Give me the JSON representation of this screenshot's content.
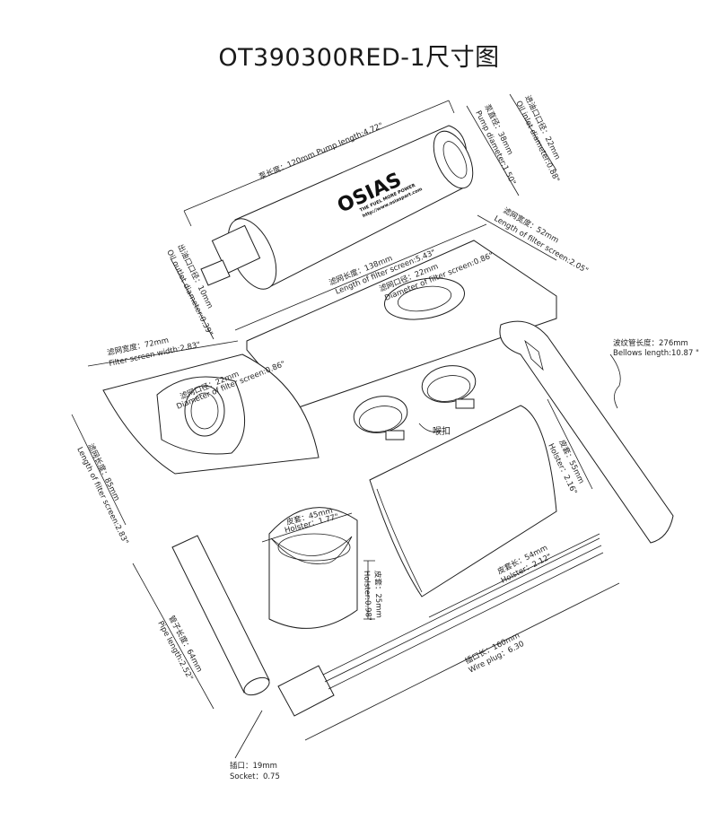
{
  "title": "OT390300RED-1尺寸图",
  "brand": {
    "logo": "OSIAS",
    "tagline": "THE FUEL MORE POWER",
    "url": "http://www.osiaspart.com"
  },
  "labels": {
    "pump_length": "泵长度：120mm     Pump length:4.72\"",
    "pump_diameter_cn": "泵直径：38mm",
    "pump_diameter_en": "Pump diameter:1.50\"",
    "oil_inlet_cn": "进油口口径：22mm",
    "oil_inlet_en": "Oil inlet diameter:0.88\"",
    "oil_outlet_cn": "出油口口径：10mm",
    "oil_outlet_en": "Oil outlet diameter:0.39\"",
    "filter_width_a_cn": "滤网宽度：52mm",
    "filter_width_a_en": "Length of filter screen:2.05\"",
    "filter_length_a_cn": "滤网长度：138mm",
    "filter_length_a_en": "Length of filter screen:5.43\"",
    "filter_port_a_cn": "滤网口径：22mm",
    "filter_port_a_en": "Diameter of filter screen:0.86\"",
    "filter_width_b_cn": "滤网宽度：72mm",
    "filter_width_b_en": "Filter screen width:2.83\"",
    "filter_port_b_cn": "滤网口径：22mm",
    "filter_port_b_en": "Diameter of filter screen:0.86\"",
    "filter_length_b_cn": "滤网长度：85mm",
    "filter_length_b_en": "Length of filter screen:2.83\"",
    "clamp": "喉扣",
    "bellows_cn": "波纹管长度：276mm",
    "bellows_en": "Bellows length:10.87 \"",
    "holster_a_cn": "皮套：55mm",
    "holster_a_en": "Holster：2.16\"",
    "holster_b_cn": "皮套：45mm",
    "holster_b_en": "Holster：1.77\"",
    "holster_c_cn": "皮套：25mm",
    "holster_c_en": "Holster:0.98\"",
    "holster_d_cn": "皮套长：54mm",
    "holster_d_en": "Holster：2.12\"",
    "pipe_length_cn": "管子长度：64mm",
    "pipe_length_en": "Pipe length:2.52\"",
    "wire_plug_cn": "插口长：160mm",
    "wire_plug_en": "Wire plug：6.30",
    "socket_cn": "插口：19mm",
    "socket_en": "Socket：0.75"
  }
}
